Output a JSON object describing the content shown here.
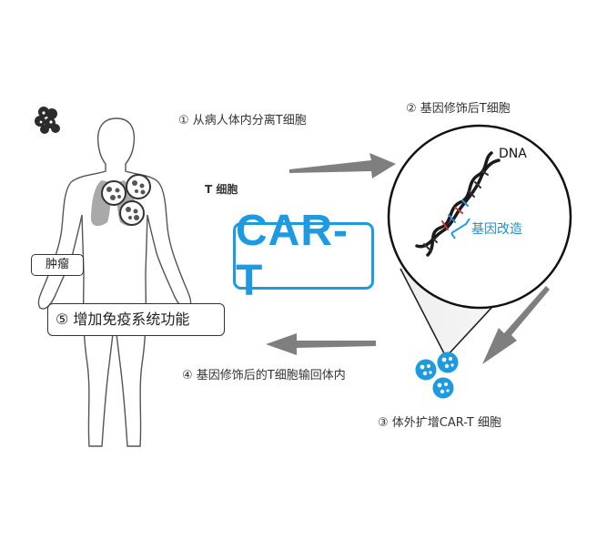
{
  "steps": {
    "step1": "① 从病人体内分离T细胞",
    "step2": "② 基因修饰后T细胞",
    "step3": "③ 体外扩增CAR-T 细胞",
    "step4": "④ 基因修饰后的T细胞输回体内",
    "step5": "⑤ 增加免疫系统功能"
  },
  "labels": {
    "t_cell": "T 细胞",
    "tumor": "肿瘤",
    "dna": "DNA",
    "gene_edit": "基因改造"
  },
  "center_title": "CAR-T",
  "colors": {
    "accent": "#1e9be0",
    "arrow": "#7f7f7f",
    "body_outline": "#555555"
  }
}
